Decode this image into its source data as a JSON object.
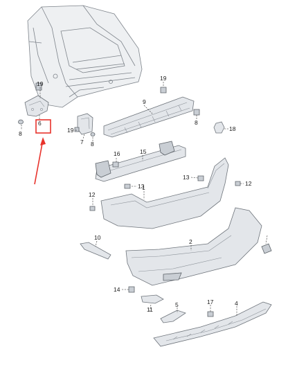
{
  "callouts": {
    "c1": "1",
    "c2": "2",
    "c4": "4",
    "c5": "5",
    "c6": "6",
    "c7": "7",
    "c8a": "8",
    "c8b": "8",
    "c8c": "8",
    "c9": "9",
    "c10": "10",
    "c11": "11",
    "c12a": "12",
    "c12b": "12",
    "c13a": "13",
    "c13b": "13",
    "c14": "14",
    "c15": "15",
    "c16": "16",
    "c17": "17",
    "c18": "18",
    "c19a": "19",
    "c19b": "19",
    "c19c": "19"
  },
  "highlight": {
    "color": "#e8322b"
  }
}
